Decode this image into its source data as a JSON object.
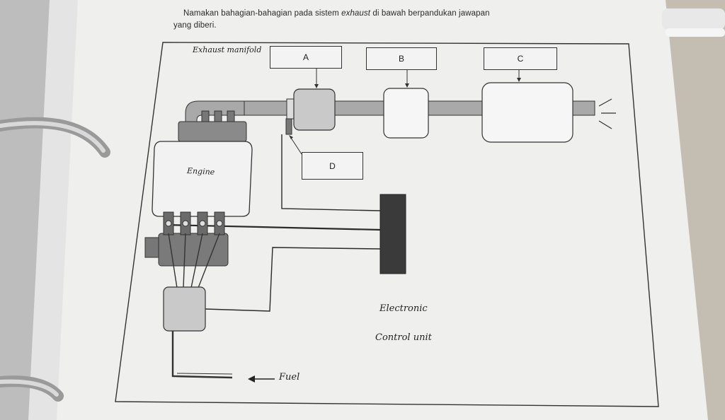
{
  "instruction": {
    "before_italic": "Namakan bahagian-bahagian pada sistem ",
    "italic": "exhaust",
    "after_italic": " di bawah berpandukan jawapan",
    "line2": "yang diberi."
  },
  "diagram": {
    "labels": {
      "exhaust_manifold": "Exhaust manifold",
      "engine": "Engine",
      "ecu_line1": "Electronic",
      "ecu_line2": "Control unit",
      "fuel": "Fuel"
    },
    "answer_boxes": [
      {
        "id": "box-a",
        "label": "A"
      },
      {
        "id": "box-b",
        "label": "B"
      },
      {
        "id": "box-c",
        "label": "C"
      },
      {
        "id": "box-d",
        "label": "D"
      }
    ]
  },
  "colors": {
    "page": "#efefee",
    "component_fill": "#c9c9c9",
    "ecu_fill": "#3a3a3a",
    "pipe_fill": "#a9a9a9",
    "line": "#2a2a2a"
  }
}
